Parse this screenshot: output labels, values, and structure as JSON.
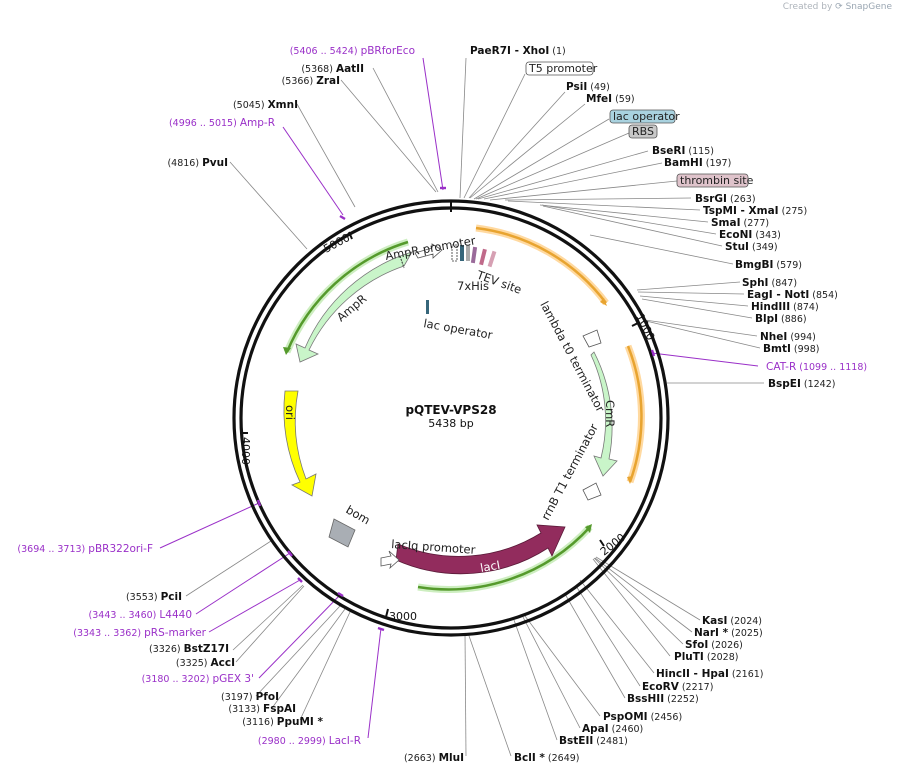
{
  "header": {
    "credit_prefix": "Created by",
    "credit_brand": "SnapGene"
  },
  "plasmid": {
    "name": "pQTEV-VPS28",
    "length_label": "5438 bp",
    "length": 5438
  },
  "ruler_ticks": [
    "1000",
    "2000",
    "3000",
    "4000",
    "5000"
  ],
  "site_labels": [
    {
      "name": "PaeR7I",
      "extra": " - XhoI",
      "pos": "(1)"
    },
    {
      "name": "PsiI",
      "extra": "",
      "pos": "(49)"
    },
    {
      "name": "MfeI",
      "extra": "",
      "pos": "(59)"
    },
    {
      "name": "BseRI",
      "extra": "",
      "pos": "(115)"
    },
    {
      "name": "BamHI",
      "extra": "",
      "pos": "(197)"
    },
    {
      "name": "BsrGI",
      "extra": "",
      "pos": "(263)"
    },
    {
      "name": "TspMI",
      "extra": " - XmaI",
      "pos": "(275)"
    },
    {
      "name": "SmaI",
      "extra": "",
      "pos": "(277)"
    },
    {
      "name": "EcoNI",
      "extra": "",
      "pos": "(343)"
    },
    {
      "name": "StuI",
      "extra": "",
      "pos": "(349)"
    },
    {
      "name": "BmgBI",
      "extra": "",
      "pos": "(579)"
    },
    {
      "name": "SphI",
      "extra": "",
      "pos": "(847)"
    },
    {
      "name": "EagI",
      "extra": " - NotI",
      "pos": "(854)"
    },
    {
      "name": "HindIII",
      "extra": "",
      "pos": "(874)"
    },
    {
      "name": "BlpI",
      "extra": "",
      "pos": "(886)"
    },
    {
      "name": "NheI",
      "extra": "",
      "pos": "(994)"
    },
    {
      "name": "BmtI",
      "extra": "",
      "pos": "(998)"
    },
    {
      "name": "BspEI",
      "extra": "",
      "pos": "(1242)"
    },
    {
      "name": "KasI",
      "extra": "",
      "pos": "(2024)"
    },
    {
      "name": "NarI *",
      "extra": "",
      "pos": "(2025)"
    },
    {
      "name": "SfoI",
      "extra": "",
      "pos": "(2026)"
    },
    {
      "name": "PluTI",
      "extra": "",
      "pos": "(2028)"
    },
    {
      "name": "HincII",
      "extra": " - HpaI",
      "pos": "(2161)"
    },
    {
      "name": "EcoRV",
      "extra": "",
      "pos": "(2217)"
    },
    {
      "name": "BssHII",
      "extra": "",
      "pos": "(2252)"
    },
    {
      "name": "PspOMI",
      "extra": "",
      "pos": "(2456)"
    },
    {
      "name": "ApaI",
      "extra": "",
      "pos": "(2460)"
    },
    {
      "name": "BstEII",
      "extra": "",
      "pos": "(2481)"
    },
    {
      "name": "BclI *",
      "extra": "",
      "pos": "(2649)"
    },
    {
      "name": "MluI",
      "extra": "",
      "pos": "(2663)"
    },
    {
      "name": "PpuMI *",
      "extra": "",
      "pos": "(3116)"
    },
    {
      "name": "FspAI",
      "extra": "",
      "pos": "(3133)"
    },
    {
      "name": "PfoI",
      "extra": "",
      "pos": "(3197)"
    },
    {
      "name": "AccI",
      "extra": "",
      "pos": "(3325)"
    },
    {
      "name": "BstZ17I",
      "extra": "",
      "pos": "(3326)"
    },
    {
      "name": "PciI",
      "extra": "",
      "pos": "(3553)"
    },
    {
      "name": "PvuI",
      "extra": "",
      "pos": "(4816)"
    },
    {
      "name": "XmnI",
      "extra": "",
      "pos": "(5045)"
    },
    {
      "name": "ZraI",
      "extra": "",
      "pos": "(5366)"
    },
    {
      "name": "AatII",
      "extra": "",
      "pos": "(5368)"
    }
  ],
  "primer_labels": [
    {
      "range": "(5406 .. 5424)",
      "name": "pBRforEco"
    },
    {
      "range": "(4996 .. 5015)",
      "name": "Amp-R"
    },
    {
      "range": "(1099 .. 1118)",
      "name": "CAT-R"
    },
    {
      "range": "(3694 .. 3713)",
      "name": "pBR322ori-F"
    },
    {
      "range": "(3443 .. 3460)",
      "name": "L4440"
    },
    {
      "range": "(3343 .. 3362)",
      "name": "pRS-marker"
    },
    {
      "range": "(3180 .. 3202)",
      "name": "pGEX 3'"
    },
    {
      "range": "(2980 .. 2999)",
      "name": "LacI-R"
    }
  ],
  "boxed_labels": [
    {
      "name": "T5 promoter",
      "color": "#ffffff"
    },
    {
      "name": "lac operator",
      "color": "#a9d2df"
    },
    {
      "name": "RBS",
      "color": "#c8c8c8"
    },
    {
      "name": "thrombin site",
      "color": "#dfc3cb"
    }
  ],
  "feature_labels": [
    "AmpR promoter",
    "7xHis",
    "TEV site",
    "AmpR",
    "lac operator",
    "lambda t0 terminator",
    "CmR",
    "ori",
    "rrnB T1 terminator",
    "bom",
    "lacIq promoter",
    "lacI"
  ],
  "colors": {
    "primer": "#9a30c8",
    "ampr_fill": "#c9f5c9",
    "cmr_fill": "#c9f5c9",
    "ori_fill": "#ffff00",
    "laci_fill": "#922c5d",
    "bom_fill": "#a9aeb4",
    "orange_arc": "#e8a430",
    "green_arc": "#559a2c"
  }
}
